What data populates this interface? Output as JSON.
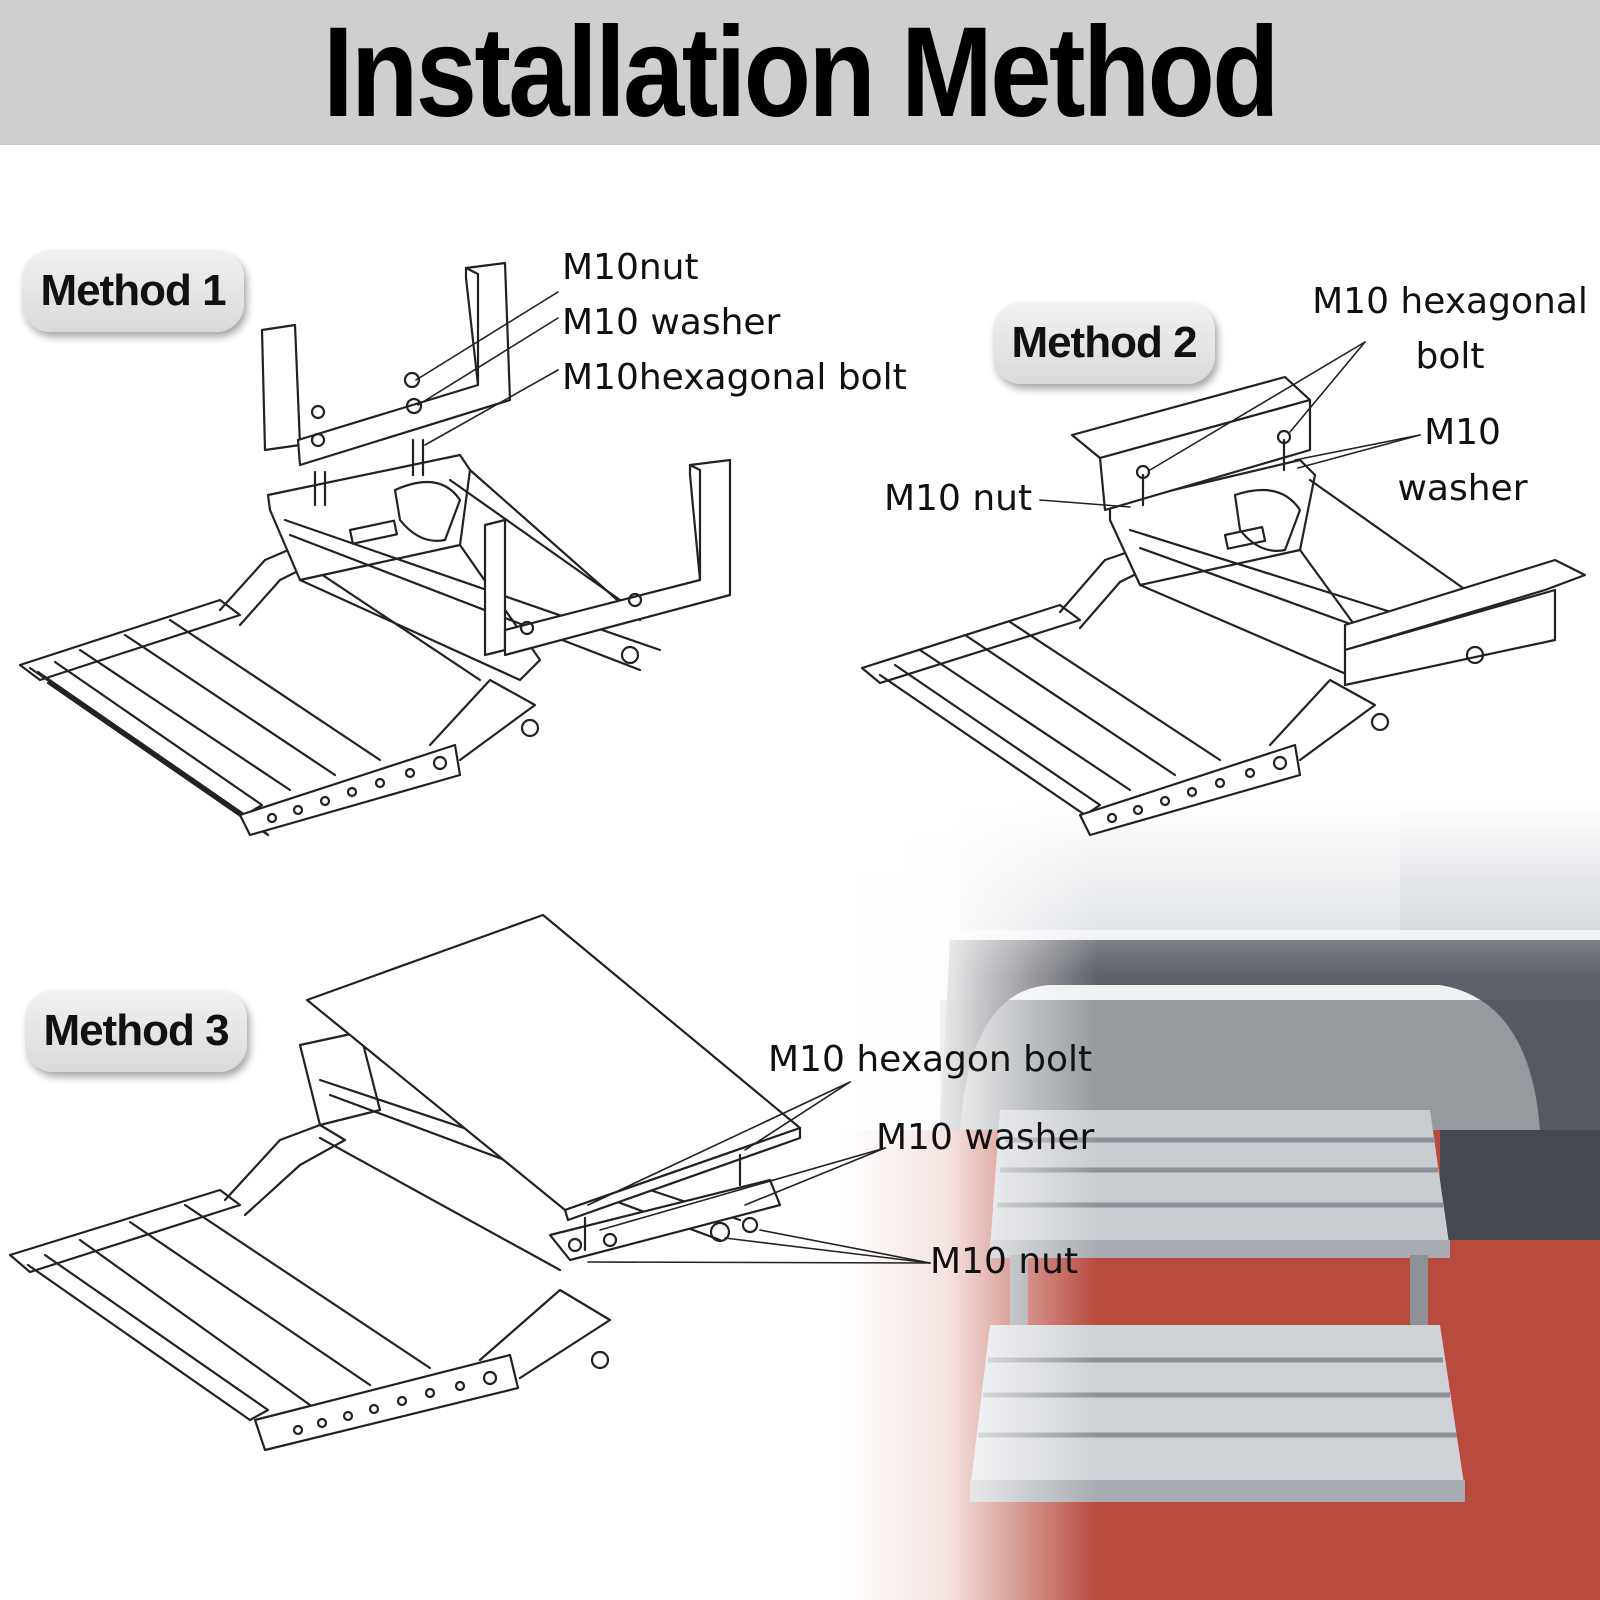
{
  "header": {
    "title": "Installation Method"
  },
  "methods": [
    {
      "badge": "Method 1",
      "labels": {
        "nut": "M10nut",
        "washer": "M10 washer",
        "bolt": "M10hexagonal bolt"
      }
    },
    {
      "badge": "Method 2",
      "labels": {
        "bolt_line1": "M10 hexagonal",
        "bolt_line2": "bolt",
        "washer_line1": "M10",
        "washer_line2": "washer",
        "nut": "M10 nut"
      }
    },
    {
      "badge": "Method 3",
      "labels": {
        "bolt": "M10 hexagon bolt",
        "washer": "M10 washer",
        "nut": "M10 nut"
      }
    }
  ],
  "colors": {
    "banner": "#cfcfcf",
    "line": "#222222",
    "floor": "#b84a3e",
    "vehicle": "#5d6068",
    "step_metal": "#c9ccd1"
  }
}
